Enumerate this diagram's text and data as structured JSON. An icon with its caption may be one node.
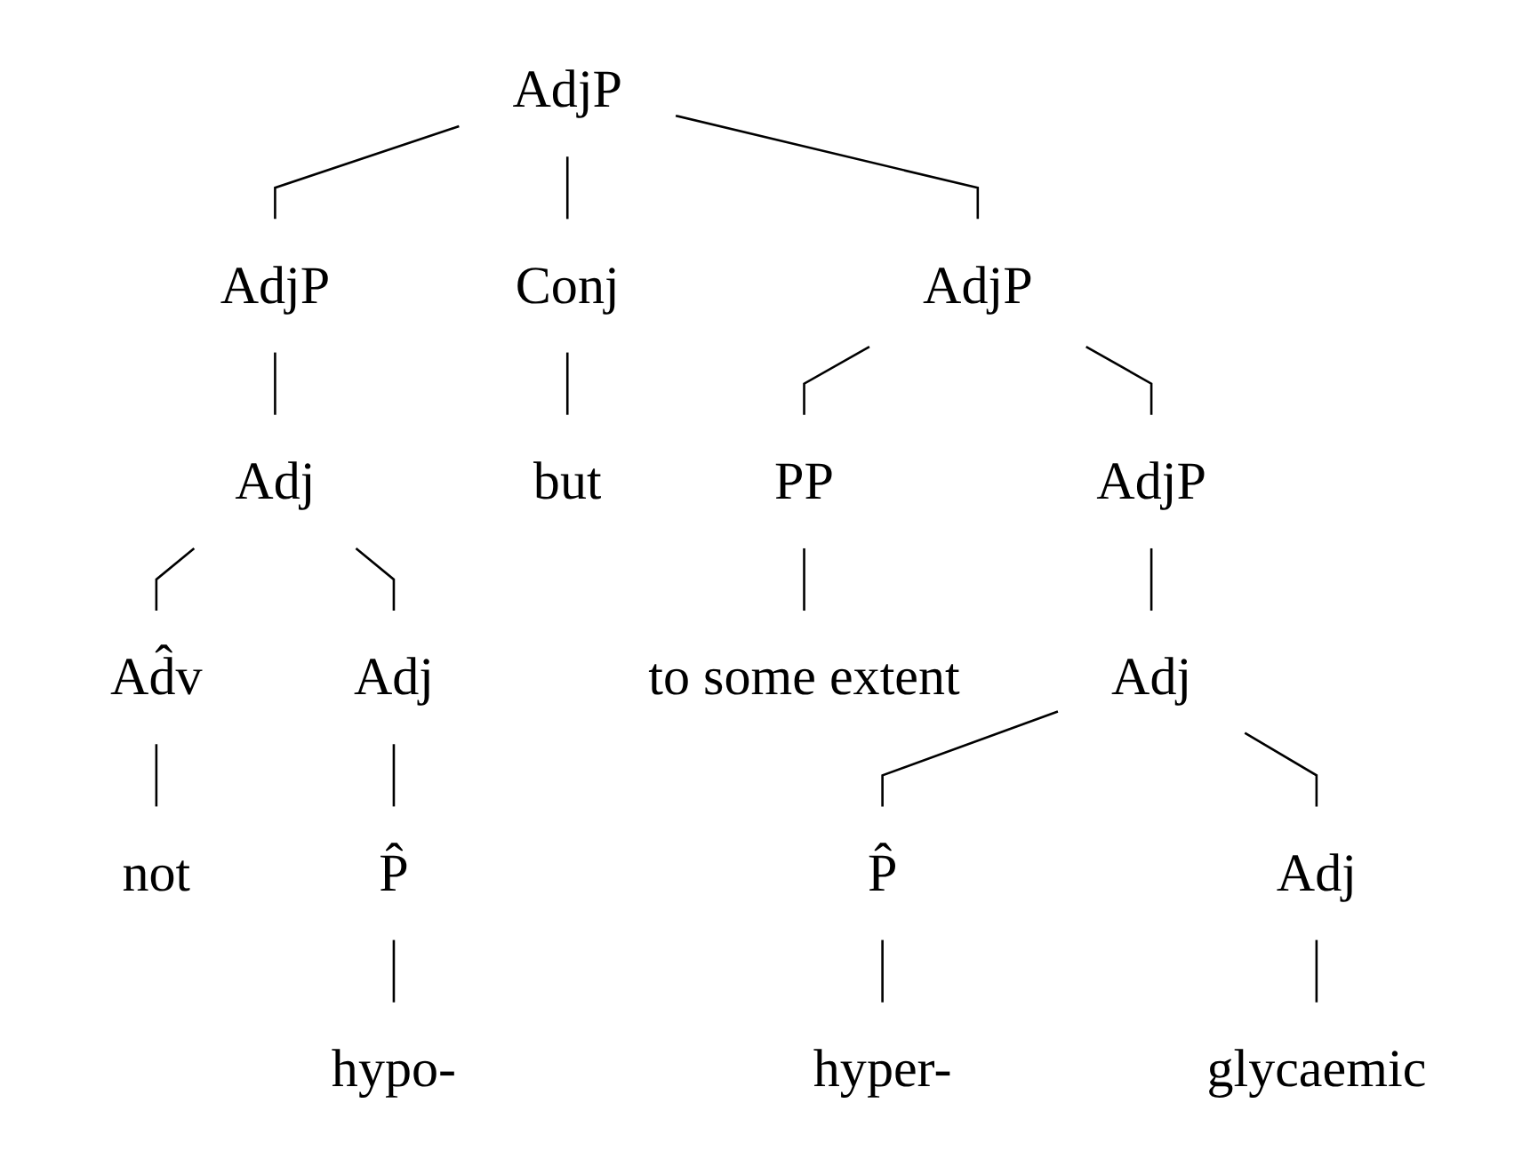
{
  "diagram": {
    "nodes": [
      {
        "text": [
          "AdjP"
        ]
      },
      {
        "text": [
          "AdjP"
        ]
      },
      {
        "text": [
          "Conj"
        ]
      },
      {
        "text": [
          "AdjP"
        ]
      },
      {
        "text": [
          "Adj"
        ]
      },
      {
        "text": [
          "but"
        ]
      },
      {
        "text": [
          "PP"
        ]
      },
      {
        "text": [
          "AdjP"
        ]
      },
      {
        "text": [
          "Ad̂v"
        ]
      },
      {
        "text": [
          "Adj"
        ]
      },
      {
        "text": [
          "to some extent"
        ]
      },
      {
        "text": [
          "Adj"
        ]
      },
      {
        "text": [
          "not"
        ]
      },
      {
        "text": [
          "P̂"
        ]
      },
      {
        "text": [
          "P̂"
        ]
      },
      {
        "text": [
          "Adj"
        ]
      },
      {
        "text": [
          "hypo-"
        ]
      },
      {
        "text": [
          "hyper-"
        ]
      },
      {
        "text": [
          "glycaemic"
        ]
      }
    ],
    "edges": [
      {
        "from": 0,
        "to": 1,
        "arrow": "none"
      },
      {
        "from": 0,
        "to": 2,
        "arrow": "none"
      },
      {
        "from": 0,
        "to": 3,
        "arrow": "none"
      },
      {
        "from": 1,
        "to": 4,
        "arrow": "none"
      },
      {
        "from": 2,
        "to": 5,
        "arrow": "none"
      },
      {
        "from": 3,
        "to": 6,
        "arrow": "none"
      },
      {
        "from": 3,
        "to": 7,
        "arrow": "none"
      },
      {
        "from": 4,
        "to": 8,
        "arrow": "none"
      },
      {
        "from": 4,
        "to": 9,
        "arrow": "none"
      },
      {
        "from": 6,
        "to": 10,
        "arrow": "none"
      },
      {
        "from": 7,
        "to": 11,
        "arrow": "none"
      },
      {
        "from": 8,
        "to": 12,
        "arrow": "none"
      },
      {
        "from": 9,
        "to": 13,
        "arrow": "none"
      },
      {
        "from": 11,
        "to": 14,
        "arrow": "none"
      },
      {
        "from": 11,
        "to": 15,
        "arrow": "none"
      },
      {
        "from": 13,
        "to": 16,
        "arrow": "none"
      },
      {
        "from": 14,
        "to": 17,
        "arrow": "none"
      },
      {
        "from": 15,
        "to": 18,
        "arrow": "none"
      }
    ]
  }
}
